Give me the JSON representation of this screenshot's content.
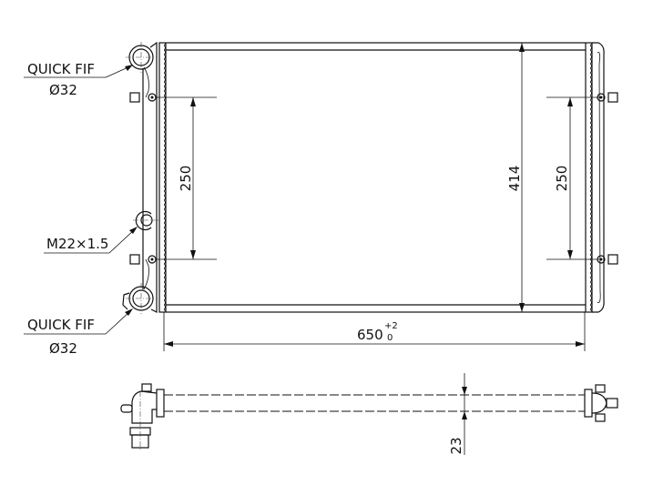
{
  "drawing": {
    "inlet_label": "QUICK FIF",
    "inlet_diameter": "Ø32",
    "outlet_label": "QUICK FIF",
    "outlet_diameter": "Ø32",
    "drain_label": "M22×1.5",
    "dim_mount_left": "250",
    "dim_height": "414",
    "dim_mount_right": "250",
    "dim_width": "650",
    "dim_width_tol_upper": "+2",
    "dim_width_tol_lower": "0",
    "dim_thickness": "23"
  }
}
